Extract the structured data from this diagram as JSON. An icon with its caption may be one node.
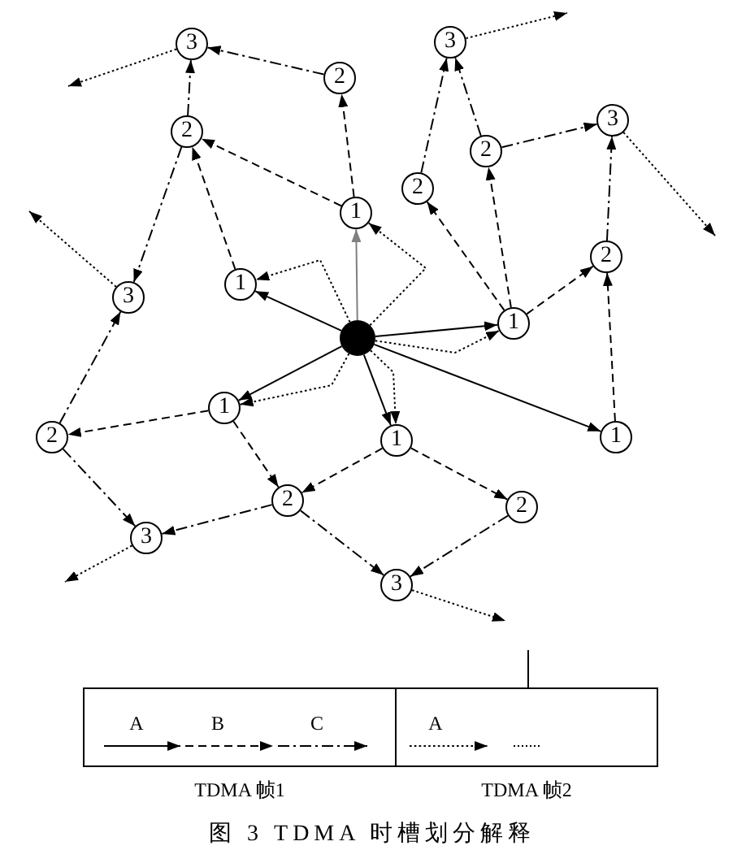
{
  "diagram": {
    "caption": "图 3 TDMA 时槽划分解释",
    "nodes": [
      {
        "text": [
          "3"
        ]
      },
      {
        "text": [
          "3"
        ]
      },
      {
        "text": [
          "2"
        ]
      },
      {
        "text": [
          "3"
        ]
      },
      {
        "text": [
          "2"
        ]
      },
      {
        "text": [
          "2"
        ]
      },
      {
        "text": [
          "2"
        ]
      },
      {
        "text": [
          "1"
        ]
      },
      {
        "text": [
          "2"
        ]
      },
      {
        "text": [
          "1"
        ]
      },
      {
        "text": [
          "3"
        ]
      },
      {
        "text": [
          "1"
        ]
      },
      {
        "text": [],
        "shape": "circle"
      },
      {
        "text": [
          "1"
        ]
      },
      {
        "text": [
          "2"
        ]
      },
      {
        "text": [
          "1"
        ]
      },
      {
        "text": [
          "1"
        ]
      },
      {
        "text": [
          "2"
        ]
      },
      {
        "text": [
          "2"
        ]
      },
      {
        "text": [
          "3"
        ]
      },
      {
        "text": [
          "3"
        ]
      },
      {
        "text": [
          "TDMA 帧1"
        ]
      },
      {
        "text": [
          "TDMA 帧2"
        ]
      }
    ],
    "edges": [
      {
        "from": 12,
        "to": 7,
        "arrow": "to",
        "color": "#808080"
      },
      {
        "from": 12,
        "to": 9,
        "arrow": "to"
      },
      {
        "from": 12,
        "to": 11,
        "arrow": "to"
      },
      {
        "from": 12,
        "to": 13,
        "arrow": "to"
      },
      {
        "from": 12,
        "to": 16,
        "arrow": "to"
      },
      {
        "from": 12,
        "to": 15,
        "arrow": "to"
      },
      {
        "from": 12,
        "to": 9,
        "arrow": "to",
        "style": "dashed"
      },
      {
        "from": 12,
        "to": 7,
        "arrow": "to",
        "style": "dashed"
      },
      {
        "from": 12,
        "to": 11,
        "arrow": "to",
        "style": "dashed"
      },
      {
        "from": 12,
        "to": 16,
        "arrow": "to",
        "style": "dashed"
      },
      {
        "from": 12,
        "to": 13,
        "arrow": "to",
        "style": "dashed"
      },
      {
        "from": 7,
        "to": 2,
        "arrow": "to",
        "style": "dashed"
      },
      {
        "from": 7,
        "to": 4,
        "arrow": "to",
        "style": "dashed"
      },
      {
        "from": 9,
        "to": 4,
        "arrow": "to",
        "style": "dashed"
      },
      {
        "from": 11,
        "to": 6,
        "arrow": "to",
        "style": "dashed"
      },
      {
        "from": 11,
        "to": 5,
        "arrow": "to",
        "style": "dashed"
      },
      {
        "from": 11,
        "to": 8,
        "arrow": "to",
        "style": "dashed"
      },
      {
        "from": 15,
        "to": 8,
        "arrow": "to",
        "style": "dashed"
      },
      {
        "from": 13,
        "to": 14,
        "arrow": "to",
        "style": "dashed"
      },
      {
        "from": 13,
        "to": 17,
        "arrow": "to",
        "style": "dashed"
      },
      {
        "from": 16,
        "to": 17,
        "arrow": "to",
        "style": "dashed"
      },
      {
        "from": 16,
        "to": 18,
        "arrow": "to",
        "style": "dashed"
      },
      {
        "from": 2,
        "to": 1,
        "arrow": "to",
        "style": "dashed"
      },
      {
        "from": 4,
        "to": 1,
        "arrow": "to",
        "style": "dashed"
      },
      {
        "from": 4,
        "to": 10,
        "arrow": "to",
        "style": "dashed"
      },
      {
        "from": 14,
        "to": 10,
        "arrow": "to",
        "style": "dashed"
      },
      {
        "from": 14,
        "to": 19,
        "arrow": "to",
        "style": "dashed"
      },
      {
        "from": 17,
        "to": 19,
        "arrow": "to",
        "style": "dashed"
      },
      {
        "from": 17,
        "to": 20,
        "arrow": "to",
        "style": "dashed"
      },
      {
        "from": 18,
        "to": 20,
        "arrow": "to",
        "style": "dashed"
      },
      {
        "from": 6,
        "to": 0,
        "arrow": "to",
        "style": "dashed"
      },
      {
        "from": 5,
        "to": 0,
        "arrow": "to",
        "style": "dashed"
      },
      {
        "from": 5,
        "to": 3,
        "arrow": "to",
        "style": "dashed"
      },
      {
        "from": 8,
        "to": 3,
        "arrow": "to",
        "style": "dashed"
      },
      {
        "from": 1,
        "to": null,
        "arrow": "to",
        "style": "dashed"
      },
      {
        "from": 10,
        "to": null,
        "arrow": "to",
        "style": "dashed"
      },
      {
        "from": 0,
        "to": null,
        "arrow": "to",
        "style": "dashed"
      },
      {
        "from": 3,
        "to": null,
        "arrow": "to",
        "style": "dashed"
      },
      {
        "from": 19,
        "to": null,
        "arrow": "to",
        "style": "dashed"
      },
      {
        "from": 20,
        "to": null,
        "arrow": "to",
        "style": "dashed"
      }
    ],
    "legend": [
      {
        "text": "A"
      },
      {
        "text": "B"
      },
      {
        "text": "C"
      },
      {
        "text": "A"
      }
    ]
  }
}
